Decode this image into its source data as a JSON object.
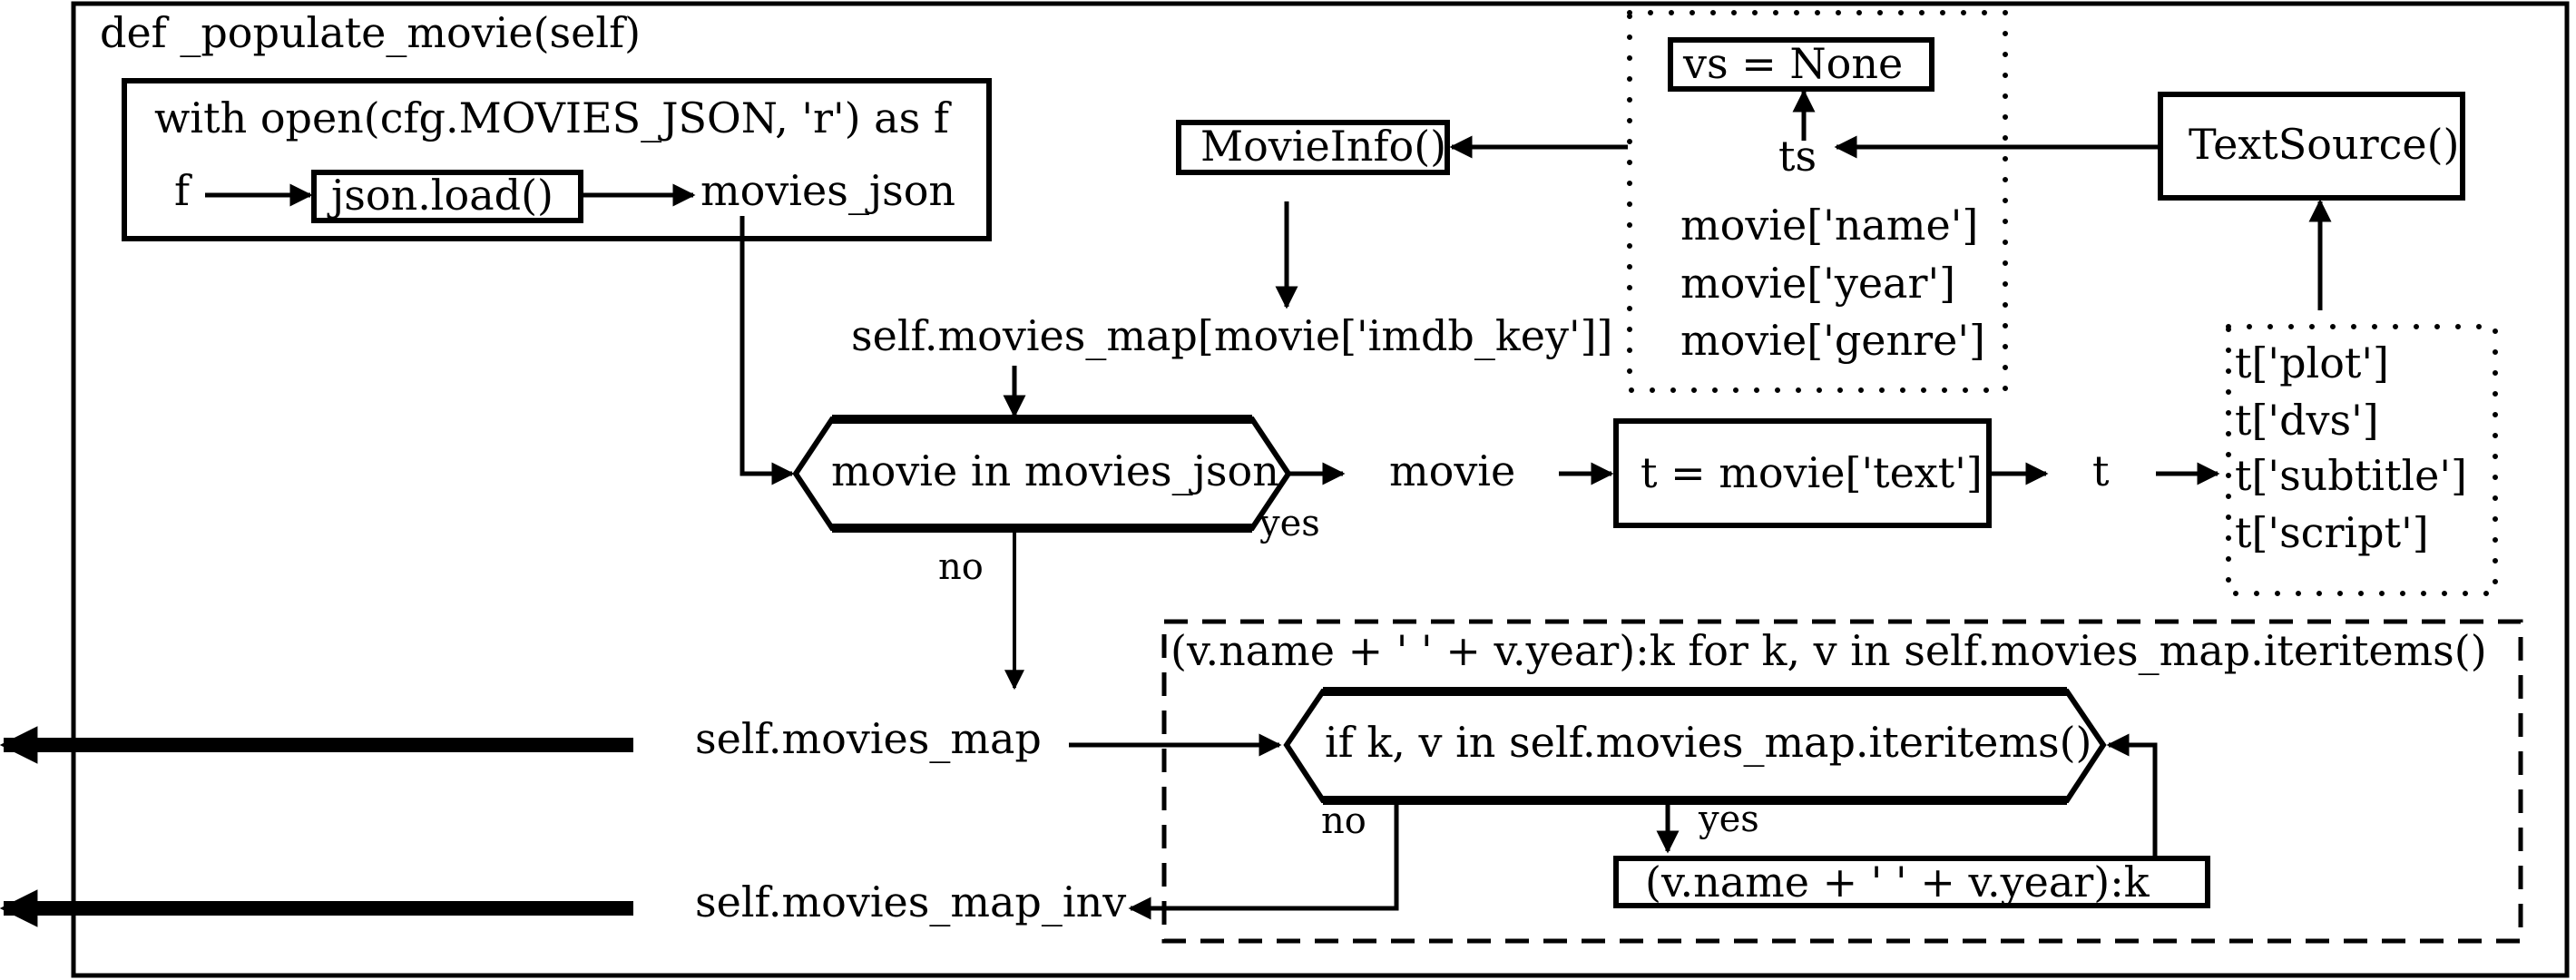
{
  "function_header": "def _populate_movie(self)",
  "with_block": {
    "header": "with open(cfg.MOVIES_JSON, 'r') as f",
    "input": "f",
    "call": "json.load()",
    "output": "movies_json"
  },
  "movieinfo": {
    "constructor": "MovieInfo()",
    "target": "self.movies_map[movie['imdb_key']]"
  },
  "movie_fields": {
    "vs_assign": "vs = None",
    "ts": "ts",
    "fields": [
      "movie['name']",
      "movie['year']",
      "movie['genre']"
    ]
  },
  "textsource": {
    "constructor": "TextSource()"
  },
  "loop": {
    "condition": "movie in movies_json",
    "yes_label": "yes",
    "no_label": "no",
    "item": "movie",
    "assign": "t = movie['text']",
    "t_var": "t",
    "text_fields": [
      "t['plot']",
      "t['dvs']",
      "t['subtitle']",
      "t['script']"
    ]
  },
  "outputs": {
    "movies_map": "self.movies_map",
    "movies_map_inv": "self.movies_map_inv"
  },
  "comprehension": {
    "title": "(v.name + ' ' + v.year):k for k, v in self.movies_map.iteritems()",
    "condition": "if k, v in self.movies_map.iteritems()",
    "yes_label": "yes",
    "no_label": "no",
    "body": "(v.name + ' ' + v.year):k"
  }
}
